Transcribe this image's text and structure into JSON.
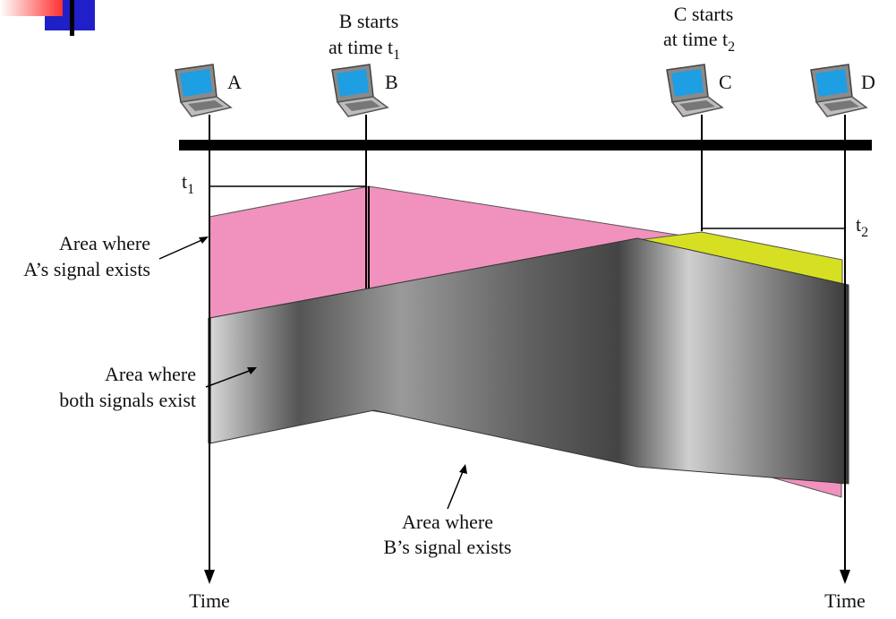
{
  "stations": [
    {
      "name": "A"
    },
    {
      "name": "B"
    },
    {
      "name": "C"
    },
    {
      "name": "D"
    }
  ],
  "start_annotations": {
    "b": {
      "line1": "B starts",
      "line2": "at time t",
      "sub": "1"
    },
    "c": {
      "line1": "C starts",
      "line2": "at time t",
      "sub": "2"
    }
  },
  "time_marks": {
    "t1": {
      "base": "t",
      "sub": "1"
    },
    "t2": {
      "base": "t",
      "sub": "2"
    }
  },
  "region_labels": {
    "a_signal": [
      "Area where",
      "A’s signal exists"
    ],
    "both_signals": [
      "Area where",
      "both signals exist"
    ],
    "b_signal": [
      "Area where",
      "B’s signal exists"
    ]
  },
  "axis_labels": {
    "left": "Time",
    "right": "Time"
  },
  "colors": {
    "a_signal": "#f092bd",
    "b_signal": "#d7df23",
    "overlap_dark": "#5a5a5a",
    "overlap_light": "#d4d4d4",
    "bus": "#000000",
    "laptop_screen": "#1e9ee3",
    "corner_logo_red": "#ff3030",
    "corner_logo_blue": "#2020c8"
  },
  "icons": {
    "station": "laptop-icon",
    "corner": "slide-logo-icon"
  }
}
